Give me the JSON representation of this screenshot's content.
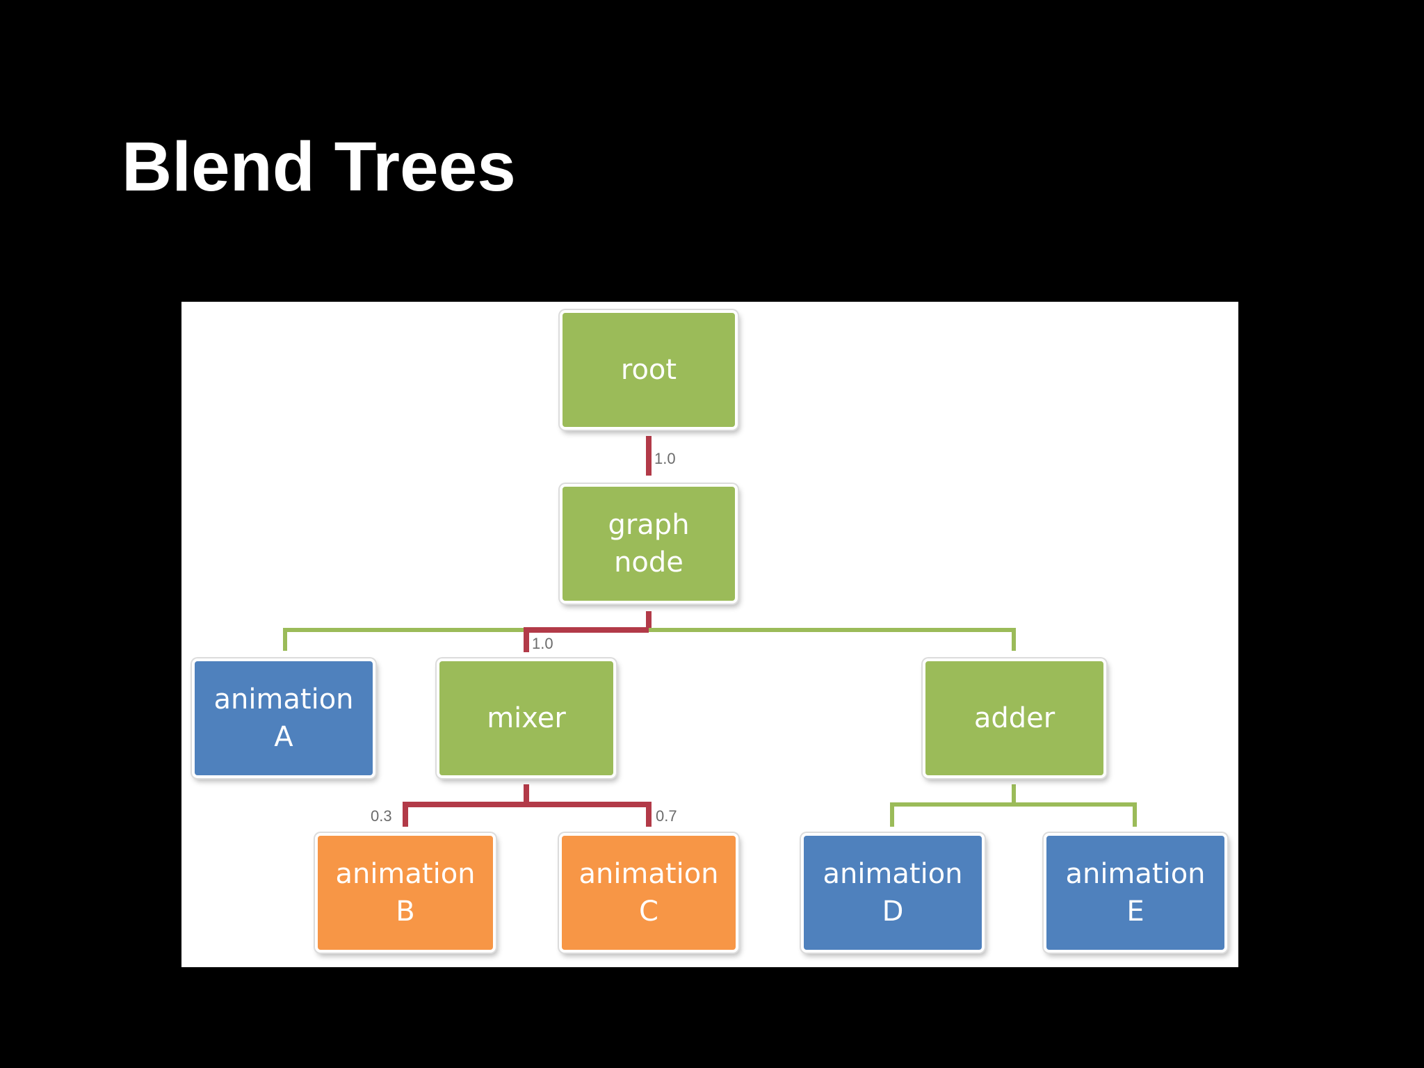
{
  "slide": {
    "title": "Blend Trees"
  },
  "colors": {
    "background": "#000000",
    "panel": "#ffffff",
    "green_node": "#9bbb59",
    "blue_node": "#4f81bd",
    "orange_node": "#f79646",
    "weighted_edge": "#b23a48",
    "plain_edge": "#9bbb59"
  },
  "diagram": {
    "nodes": {
      "root": {
        "label": "root",
        "color": "green"
      },
      "graph_node": {
        "label": "graph\nnode",
        "color": "green"
      },
      "animation_a": {
        "label": "animation\nA",
        "color": "blue"
      },
      "mixer": {
        "label": "mixer",
        "color": "green"
      },
      "adder": {
        "label": "adder",
        "color": "green"
      },
      "animation_b": {
        "label": "animation\nB",
        "color": "orange"
      },
      "animation_c": {
        "label": "animation\nC",
        "color": "orange"
      },
      "animation_d": {
        "label": "animation\nD",
        "color": "blue"
      },
      "animation_e": {
        "label": "animation\nE",
        "color": "blue"
      }
    },
    "edges": [
      {
        "from": "root",
        "to": "graph_node",
        "weight": "1.0",
        "style": "weighted"
      },
      {
        "from": "graph_node",
        "to": "animation_a",
        "weight": "",
        "style": "plain"
      },
      {
        "from": "graph_node",
        "to": "mixer",
        "weight": "1.0",
        "style": "weighted"
      },
      {
        "from": "graph_node",
        "to": "adder",
        "weight": "",
        "style": "plain"
      },
      {
        "from": "mixer",
        "to": "animation_b",
        "weight": "0.3",
        "style": "weighted"
      },
      {
        "from": "mixer",
        "to": "animation_c",
        "weight": "0.7",
        "style": "weighted"
      },
      {
        "from": "adder",
        "to": "animation_d",
        "weight": "",
        "style": "plain"
      },
      {
        "from": "adder",
        "to": "animation_e",
        "weight": "",
        "style": "plain"
      }
    ]
  }
}
